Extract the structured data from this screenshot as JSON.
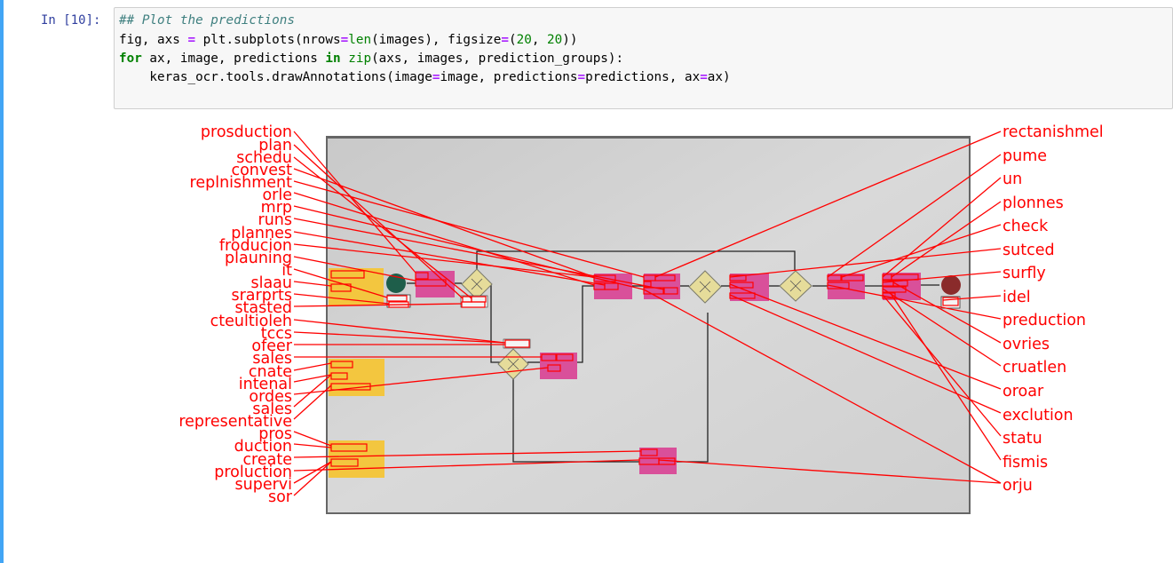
{
  "cell": {
    "prompt": "In [10]:",
    "lines": [
      "## Plot the predictions",
      "fig, axs = plt.subplots(nrows=len(images), figsize=(20, 20))",
      "for ax, image, predictions in zip(axs, images, prediction_groups):",
      "    keras_ocr.tools.drawAnnotations(image=image, predictions=predictions, ax=ax)"
    ]
  },
  "annotations_left": [
    "prosduction",
    "plan",
    "schedu",
    "convest",
    "replnishment",
    "orle",
    "mrp",
    "runs",
    "plannes",
    "froducion",
    "plauning",
    "it",
    "slaau",
    "srarprts",
    "stasted",
    "cteultioleh",
    "tccs",
    "ofeer",
    "sales",
    "cnate",
    "intenal",
    "ordes",
    "sales",
    "representative",
    "pros",
    "duction",
    "create",
    "proluction",
    "supervi",
    "sor"
  ],
  "annotations_right": [
    "rectanishmel",
    "pume",
    "un",
    "plonnes",
    "check",
    "sutced",
    "surfly",
    "idel",
    "preduction",
    "ovries",
    "cruatlen",
    "oroar",
    "exclution",
    "statu",
    "fismis",
    "orju"
  ],
  "colors": {
    "annotation": "#ff0000",
    "prompt": "#303f9f",
    "cell_bg": "#f7f7f7",
    "sticky_pink": "#d9509a",
    "sticky_yellow": "#f3c63f"
  }
}
